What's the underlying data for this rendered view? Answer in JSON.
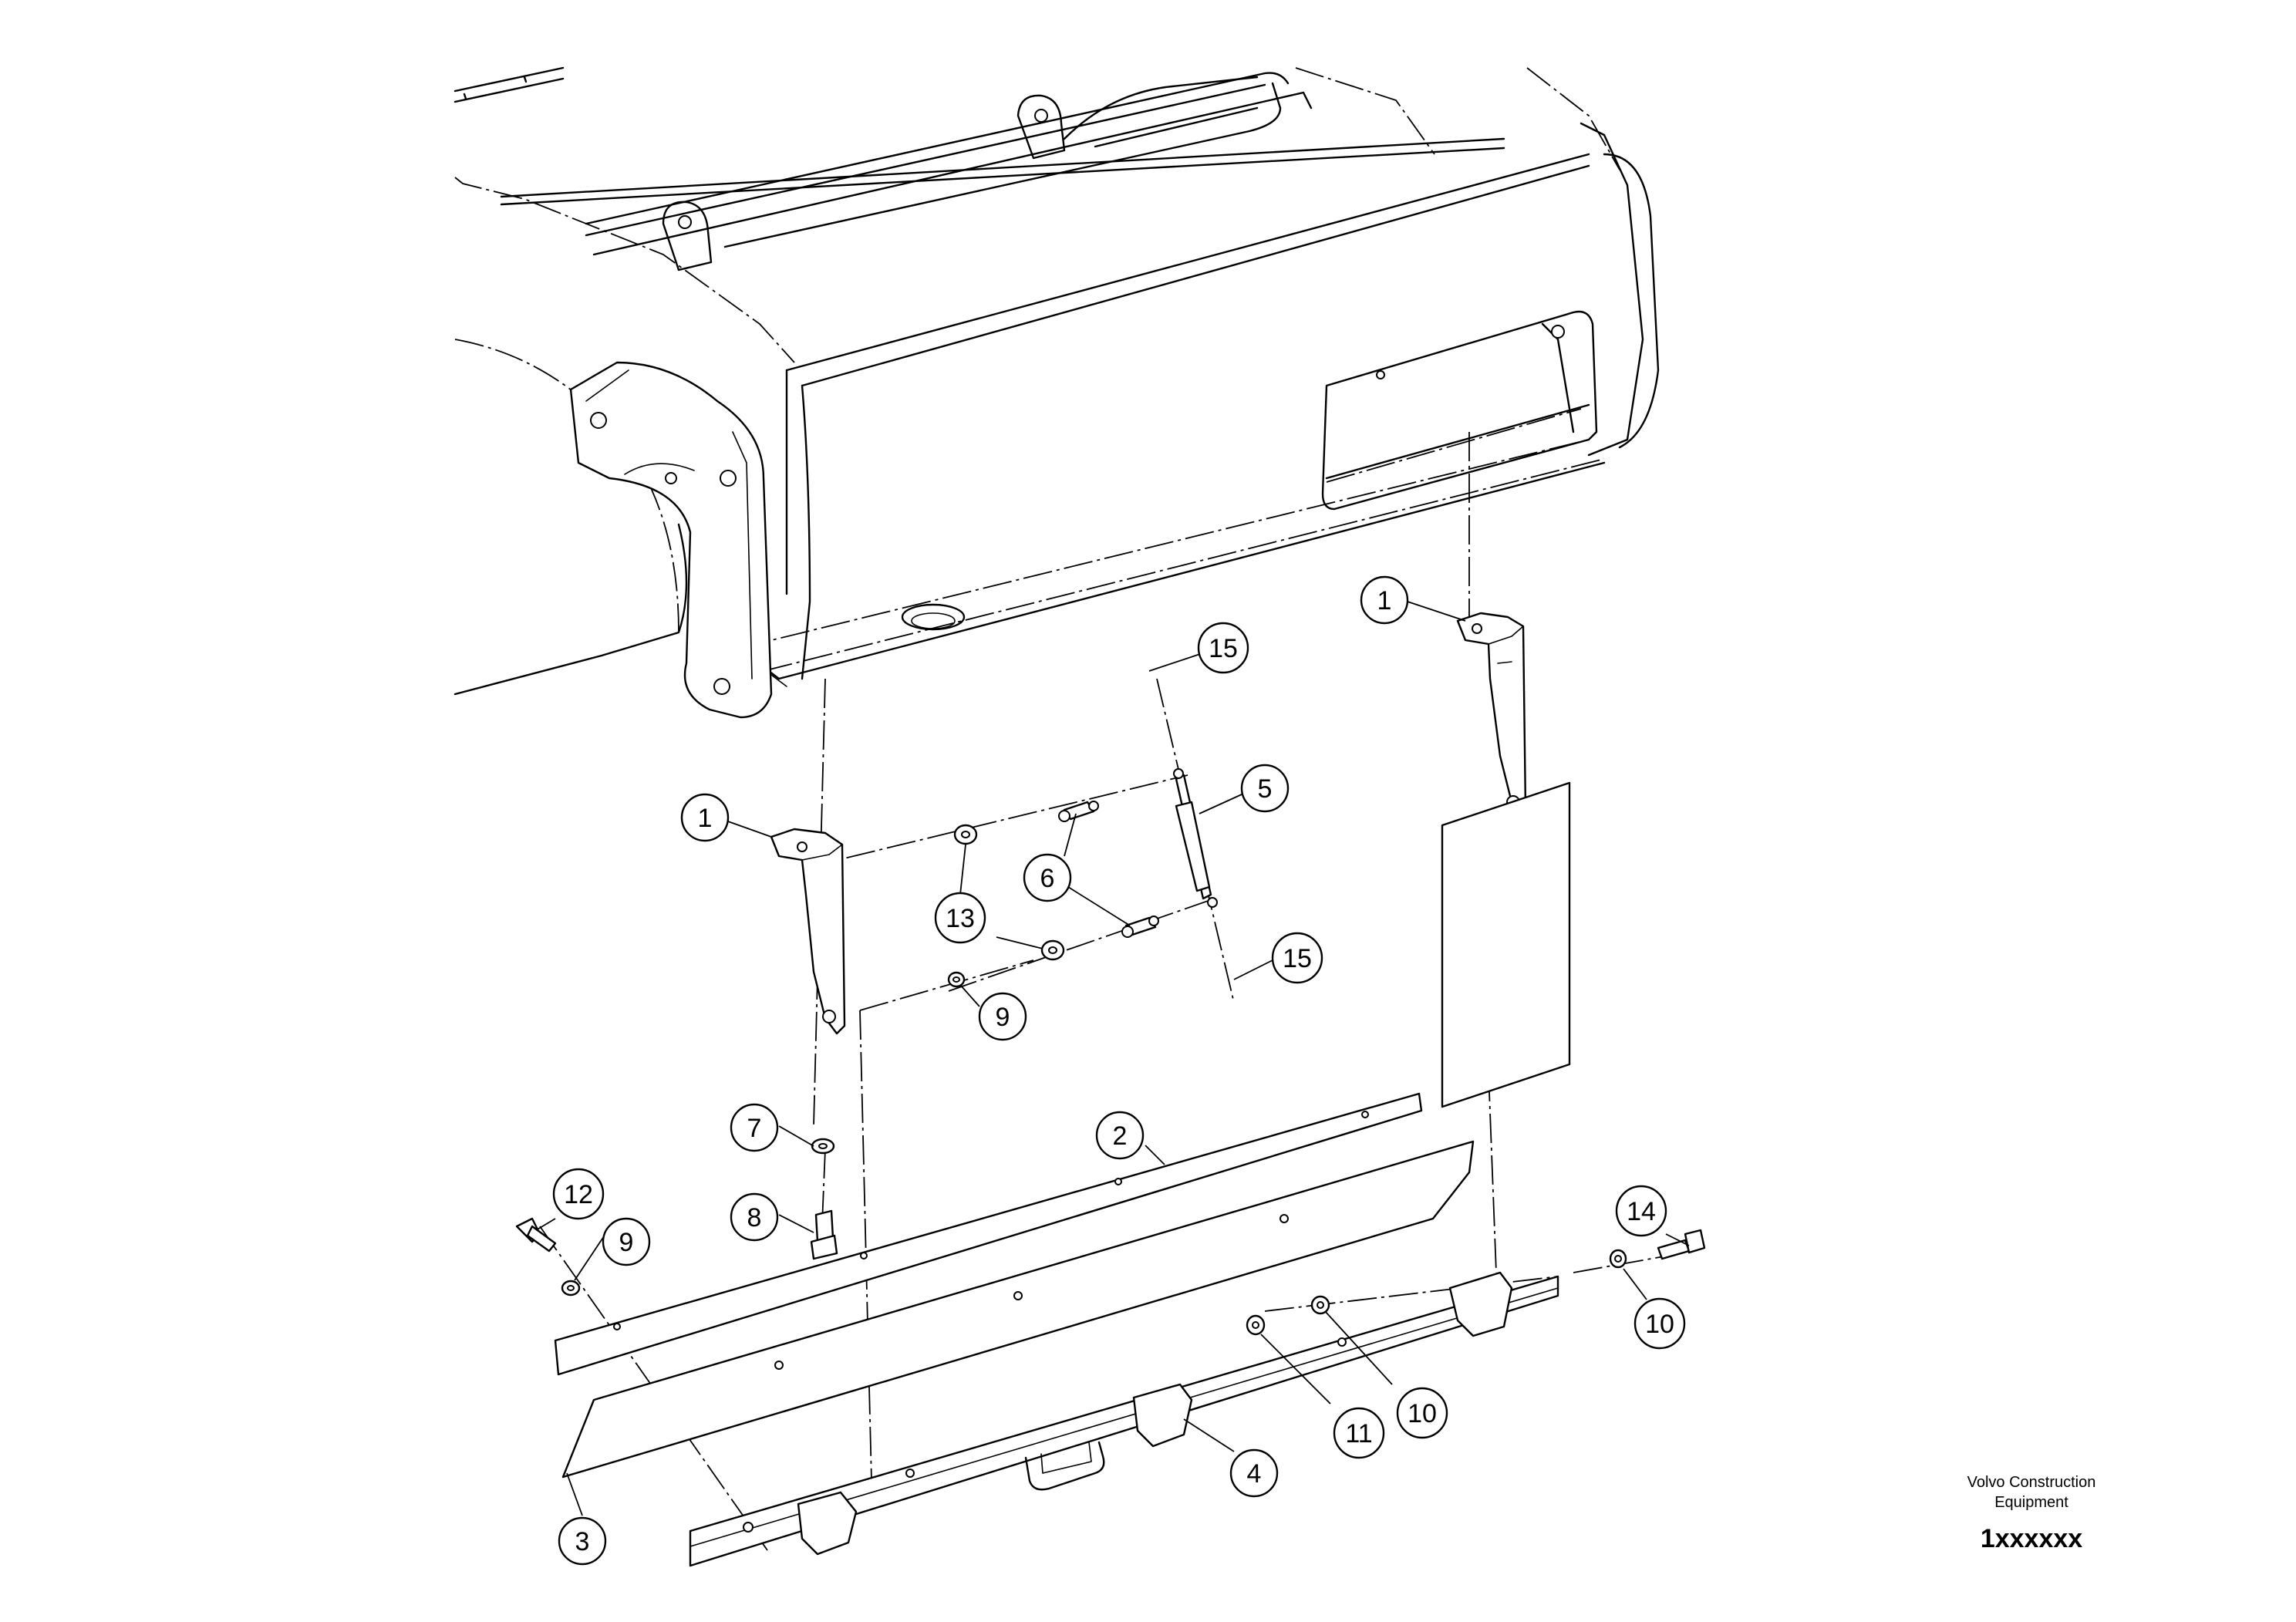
{
  "callouts": [
    {
      "label": "1"
    },
    {
      "label": "1"
    },
    {
      "label": "15"
    },
    {
      "label": "5"
    },
    {
      "label": "6"
    },
    {
      "label": "13"
    },
    {
      "label": "15"
    },
    {
      "label": "9"
    },
    {
      "label": "7"
    },
    {
      "label": "2"
    },
    {
      "label": "8"
    },
    {
      "label": "12"
    },
    {
      "label": "9"
    },
    {
      "label": "14"
    },
    {
      "label": "10"
    },
    {
      "label": "10"
    },
    {
      "label": "11"
    },
    {
      "label": "4"
    },
    {
      "label": "3"
    }
  ],
  "brand": {
    "line1": "Volvo Construction",
    "line2": "Equipment",
    "code": "1xxxxxx"
  }
}
